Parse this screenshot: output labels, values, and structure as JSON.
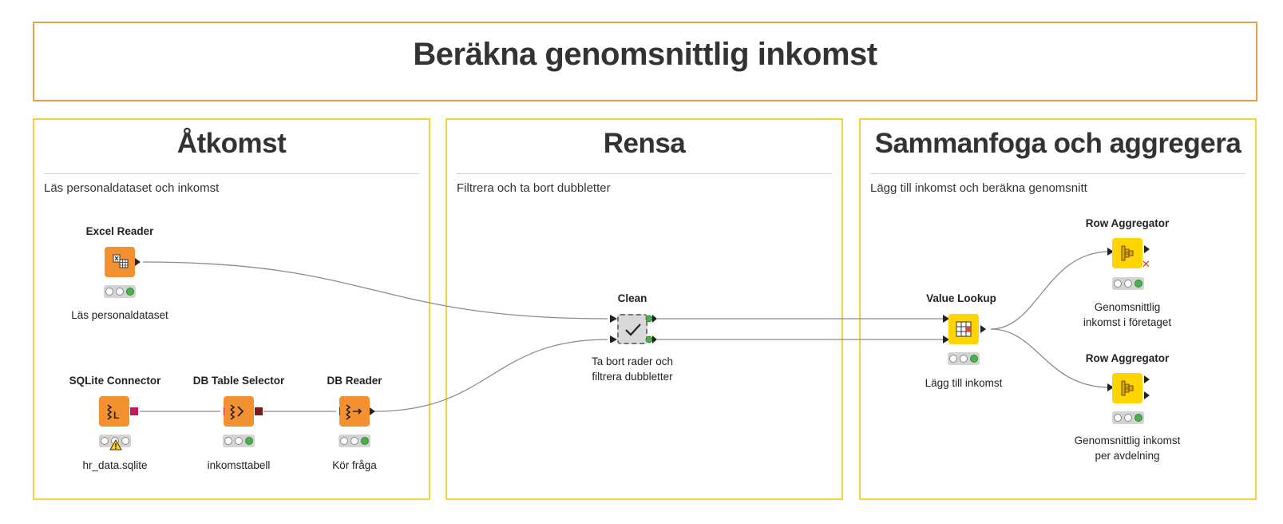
{
  "workflow": {
    "title": "Beräkna genomsnittlig inkomst",
    "sections": [
      {
        "title": "Åtkomst",
        "subtitle": "Läs personaldataset och inkomst"
      },
      {
        "title": "Rensa",
        "subtitle": "Filtrera och ta bort dubbletter"
      },
      {
        "title": "Sammanfoga och aggregera",
        "subtitle": "Lägg till inkomst och beräkna genomsnitt"
      }
    ]
  },
  "nodes": {
    "excel_reader": {
      "title": "Excel Reader",
      "label": "Läs personaldataset",
      "icon": "excel-reader-icon",
      "status": [
        "off",
        "off",
        "green"
      ]
    },
    "sqlite_connector": {
      "title": "SQLite Connector",
      "label": "hr_data.sqlite",
      "icon": "sqlite-connector-icon",
      "status": [
        "off",
        "warning",
        "off"
      ]
    },
    "db_table_selector": {
      "title": "DB Table Selector",
      "label": "inkomsttabell",
      "icon": "db-table-selector-icon",
      "status": [
        "off",
        "off",
        "green"
      ]
    },
    "db_reader": {
      "title": "DB Reader",
      "label": "Kör fråga",
      "icon": "db-reader-icon",
      "status": [
        "off",
        "off",
        "green"
      ]
    },
    "clean": {
      "title": "Clean",
      "label_line1": "Ta bort rader och",
      "label_line2": "filtrera dubbletter",
      "icon": "checkmark-icon"
    },
    "value_lookup": {
      "title": "Value Lookup",
      "label": "Lägg till inkomst",
      "icon": "value-lookup-icon",
      "status": [
        "off",
        "off",
        "green"
      ]
    },
    "row_aggregator_1": {
      "title": "Row Aggregator",
      "label_line1": "Genomsnittlig",
      "label_line2": "inkomst i företaget",
      "icon": "row-aggregator-icon",
      "status": [
        "off",
        "off",
        "green"
      ]
    },
    "row_aggregator_2": {
      "title": "Row Aggregator",
      "label_line1": "Genomsnittlig inkomst",
      "label_line2": "per avdelning",
      "icon": "row-aggregator-icon",
      "status": [
        "off",
        "off",
        "green"
      ]
    }
  },
  "colors": {
    "title_border": "#e4a04a",
    "section_border": "#f1d53a",
    "io_node": "#f39131",
    "manipulation_node": "#ffd400",
    "db_port": "#c2185b",
    "db_port_dark": "#7b1a1a",
    "status_green": "#4caf50"
  }
}
